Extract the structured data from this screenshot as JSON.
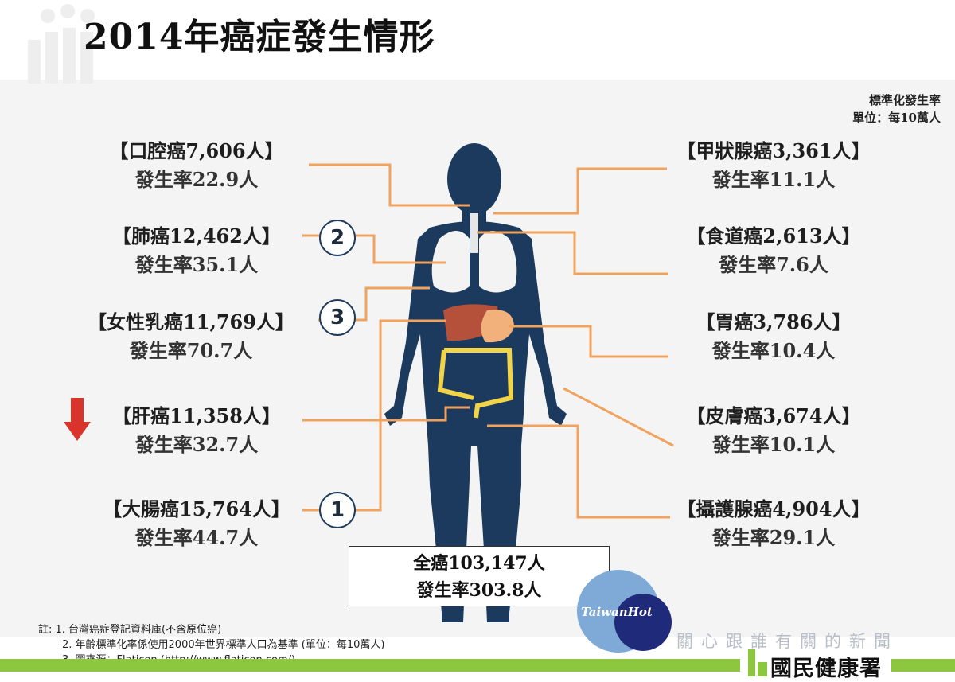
{
  "title": "2014年癌症發生情形",
  "unit_note": [
    "標準化發生率",
    "單位：每10萬人"
  ],
  "cancers_left": [
    {
      "name": "【口腔癌7,606人】",
      "rate": "發生率22.9人"
    },
    {
      "name": "【肺癌12,462人】",
      "rate": "發生率35.1人"
    },
    {
      "name": "【女性乳癌11,769人】",
      "rate": "發生率70.7人"
    },
    {
      "name": "【肝癌11,358人】",
      "rate": "發生率32.7人"
    },
    {
      "name": "【大腸癌15,764人】",
      "rate": "發生率44.7人"
    }
  ],
  "cancers_right": [
    {
      "name": "【甲狀腺癌3,361人】",
      "rate": "發生率11.1人"
    },
    {
      "name": "【食道癌2,613人】",
      "rate": "發生率7.6人"
    },
    {
      "name": "【胃癌3,786人】",
      "rate": "發生率10.4人"
    },
    {
      "name": "【皮膚癌3,674人】",
      "rate": "發生率10.1人"
    },
    {
      "name": "【攝護腺癌4,904人】",
      "rate": "發生率29.1人"
    }
  ],
  "rank_markers": [
    "2",
    "3",
    "1"
  ],
  "total": {
    "count": "全癌103,147人",
    "rate": "發生率303.8人"
  },
  "notes": [
    "註: 1. 台灣癌症登記資料庫(不含原位癌)",
    "2. 年齡標準化率係使用2000年世界標準人口為基準 (單位：每10萬人)",
    "3. 圖來源：Flaticon (http://www.flaticon.com/)"
  ],
  "agency": "國民健康署",
  "watermark_logo": "TaiwanHot",
  "watermark_text": "關心跟誰有關的新聞",
  "colors": {
    "body": "#1b3a5e",
    "leader_line": "#f0a35e",
    "down_arrow": "#d9342b",
    "brand_green": "#8dc63f",
    "liver": "#b5513a",
    "stomach": "#f2b07a",
    "intestine": "#f1d448",
    "lungs": "#f3f3f3"
  },
  "icons": [
    "down-arrow-icon"
  ]
}
